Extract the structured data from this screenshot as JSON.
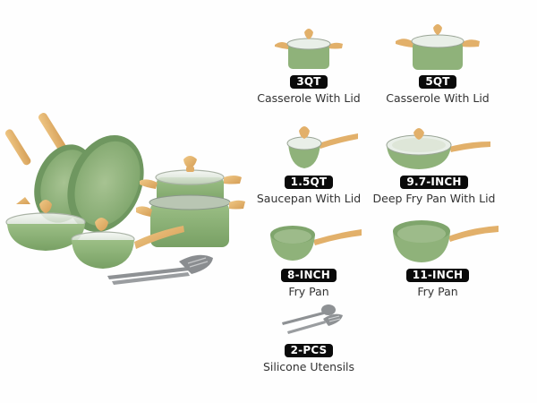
{
  "colors": {
    "pan_green": "#8fb27a",
    "pan_green_dark": "#6e9460",
    "pan_interior": "#9dbb8a",
    "handle_wood": "#e2b06a",
    "glass": "#e9efe8",
    "badge_bg": "#0a0a0a",
    "badge_text": "#ffffff",
    "label_text": "#333333",
    "utensil_gray": "#8e9194",
    "background": "#fefefe"
  },
  "hero": {
    "description": "Complete green granite cookware set with wood-look handles and silicone utensils"
  },
  "items": [
    {
      "size": "3QT",
      "name": "Casserole With Lid",
      "icon": "casserole-pot-icon"
    },
    {
      "size": "5QT",
      "name": "Casserole With Lid",
      "icon": "casserole-pot-icon"
    },
    {
      "size": "1.5QT",
      "name": "Saucepan With Lid",
      "icon": "saucepan-icon"
    },
    {
      "size": "9.7-INCH",
      "name": "Deep Fry Pan With Lid",
      "icon": "deep-fry-pan-icon"
    },
    {
      "size": "8-INCH",
      "name": "Fry Pan",
      "icon": "fry-pan-icon"
    },
    {
      "size": "11-INCH",
      "name": "Fry Pan",
      "icon": "fry-pan-icon"
    },
    {
      "size": "2-PCS",
      "name": "Silicone Utensils",
      "icon": "utensils-icon"
    }
  ]
}
